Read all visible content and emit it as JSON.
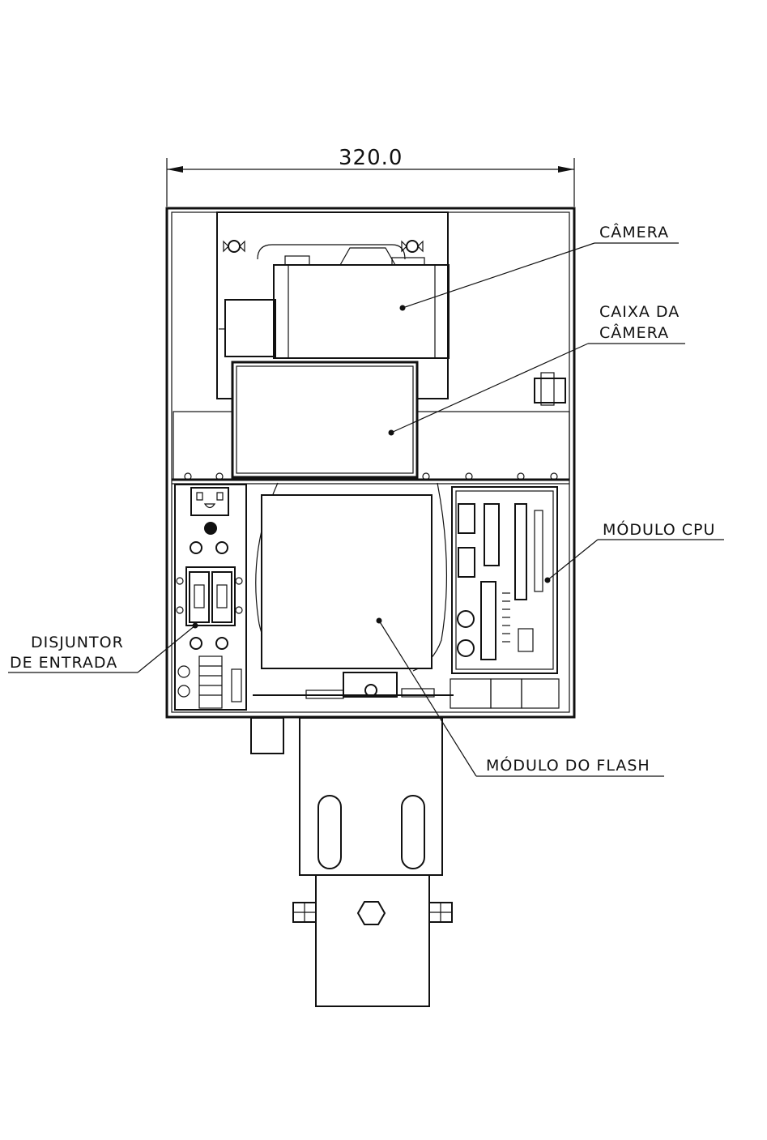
{
  "dimension": {
    "width_label": "320.0"
  },
  "labels": {
    "camera": "CÂMERA",
    "camera_box_line1": "CAIXA DA",
    "camera_box_line2": "CÂMERA",
    "cpu_module": "MÓDULO CPU",
    "breaker_line1": "DISJUNTOR",
    "breaker_line2": "DE ENTRADA",
    "flash_module": "MÓDULO DO FLASH"
  }
}
